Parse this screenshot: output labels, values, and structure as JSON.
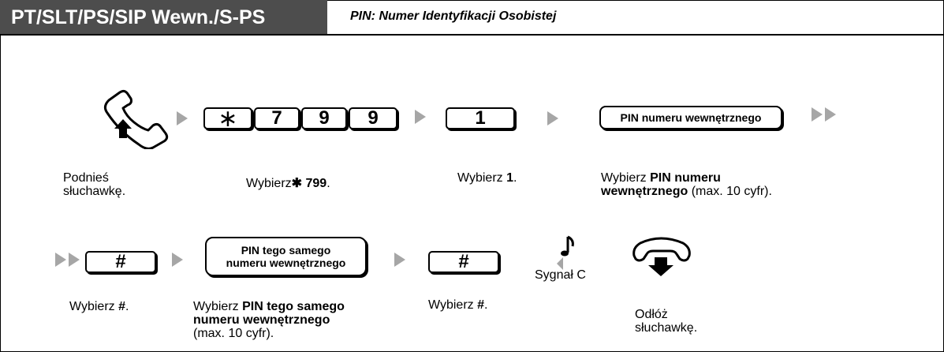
{
  "header": {
    "title": "PT/SLT/PS/SIP Wewn./S-PS",
    "subtitle": "PIN: Numer Identyfikacji Osobistej"
  },
  "row1": {
    "keys": [
      "∗",
      "7",
      "9",
      "9"
    ],
    "key_one": "1",
    "pin_box": "PIN numeru wewnętrznego",
    "captions": {
      "lift_a": "Podnieś",
      "lift_b": "słuchawkę.",
      "dial_prefix": "Wybierz",
      "dial_star_code": "✱ 799",
      "dial_suffix": ".",
      "one_prefix": "Wybierz",
      "one_value": "1",
      "one_suffix": ".",
      "pin_prefix": "Wybierz",
      "pin_bold_1": "PIN numeru",
      "pin_bold_2": "wewnętrznego",
      "pin_suffix": "(max. 10 cyfr)."
    }
  },
  "row2": {
    "hash1": "#",
    "pin_same_line1": "PIN tego samego",
    "pin_same_line2": "numeru wewnętrznego",
    "hash2": "#",
    "tone": "Sygnał C",
    "captions": {
      "hash1_prefix": "Wybierz",
      "hash1_value": "#",
      "hash1_suffix": ".",
      "pin_same_prefix": "Wybierz",
      "pin_same_bold_1": "PIN tego samego",
      "pin_same_bold_2": "numeru wewnętrznego",
      "pin_same_suffix": "(max. 10 cyfr).",
      "hash2_prefix": "Wybierz",
      "hash2_value": "#",
      "hash2_suffix": ".",
      "hang_a": "Odłóż",
      "hang_b": "słuchawkę."
    }
  }
}
